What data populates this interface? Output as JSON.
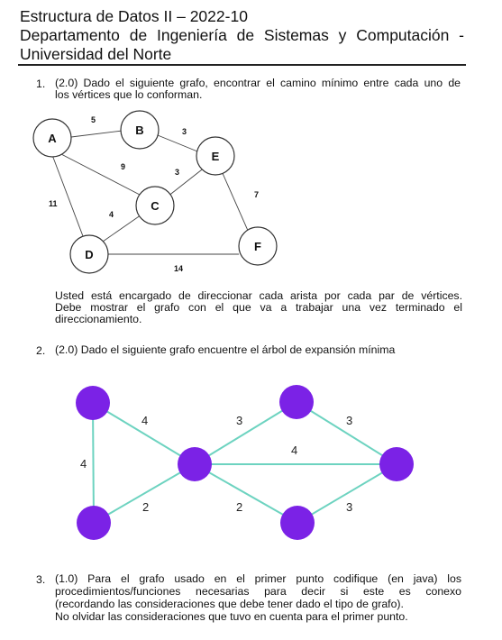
{
  "header": {
    "line1": "Estructura de Datos II – 2022-10",
    "line2": "Departamento de Ingeniería de Sistemas y Computación -",
    "line3": "Universidad del Norte"
  },
  "q1": {
    "number": "1.",
    "line1": "(2.0) Dado el siguiente grafo, encontrar el camino mínimo entre cada uno de",
    "line2": "los vértices que lo conforman.",
    "after1": "Usted está encargado de direccionar cada arista por cada par de vértices.",
    "after2": "Debe mostrar el grafo con el que va a trabajar una vez terminado el",
    "after3": "direccionamiento.",
    "graph": {
      "nodes": [
        "A",
        "B",
        "C",
        "D",
        "E",
        "F"
      ],
      "edges": [
        {
          "from": "A",
          "to": "B",
          "weight": "5"
        },
        {
          "from": "B",
          "to": "E",
          "weight": "3"
        },
        {
          "from": "A",
          "to": "C",
          "weight": "9"
        },
        {
          "from": "C",
          "to": "E",
          "weight": "3"
        },
        {
          "from": "A",
          "to": "D",
          "weight": "11"
        },
        {
          "from": "C",
          "to": "D",
          "weight": "4"
        },
        {
          "from": "E",
          "to": "F",
          "weight": "7"
        },
        {
          "from": "D",
          "to": "F",
          "weight": "14"
        }
      ]
    }
  },
  "q2": {
    "number": "2.",
    "line1": "(2.0) Dado el siguiente grafo encuentre el árbol de expansión mínima",
    "graph": {
      "node_color": "#7b22e6",
      "edge_color": "#6dd3c0",
      "edges": [
        {
          "id": "top-left-to-center",
          "weight": "4"
        },
        {
          "id": "center-to-top-right",
          "weight": "3"
        },
        {
          "id": "top-right-to-right",
          "weight": "3"
        },
        {
          "id": "center-to-right",
          "weight": "4"
        },
        {
          "id": "top-left-to-bottom-left",
          "weight": "4"
        },
        {
          "id": "bottom-left-to-center",
          "weight": "2"
        },
        {
          "id": "center-to-bottom-right",
          "weight": "2"
        },
        {
          "id": "bottom-right-to-right",
          "weight": "3"
        }
      ]
    }
  },
  "q3": {
    "number": "3.",
    "line1": "(1.0) Para el grafo usado en el primer punto codifique (en java) los",
    "line2": "procedimientos/funciones necesarias para decir si este es conexo",
    "line3": "(recordando las consideraciones que debe tener dado el tipo de grafo).",
    "line4": "No olvidar las consideraciones que tuvo en cuenta para el primer punto."
  }
}
